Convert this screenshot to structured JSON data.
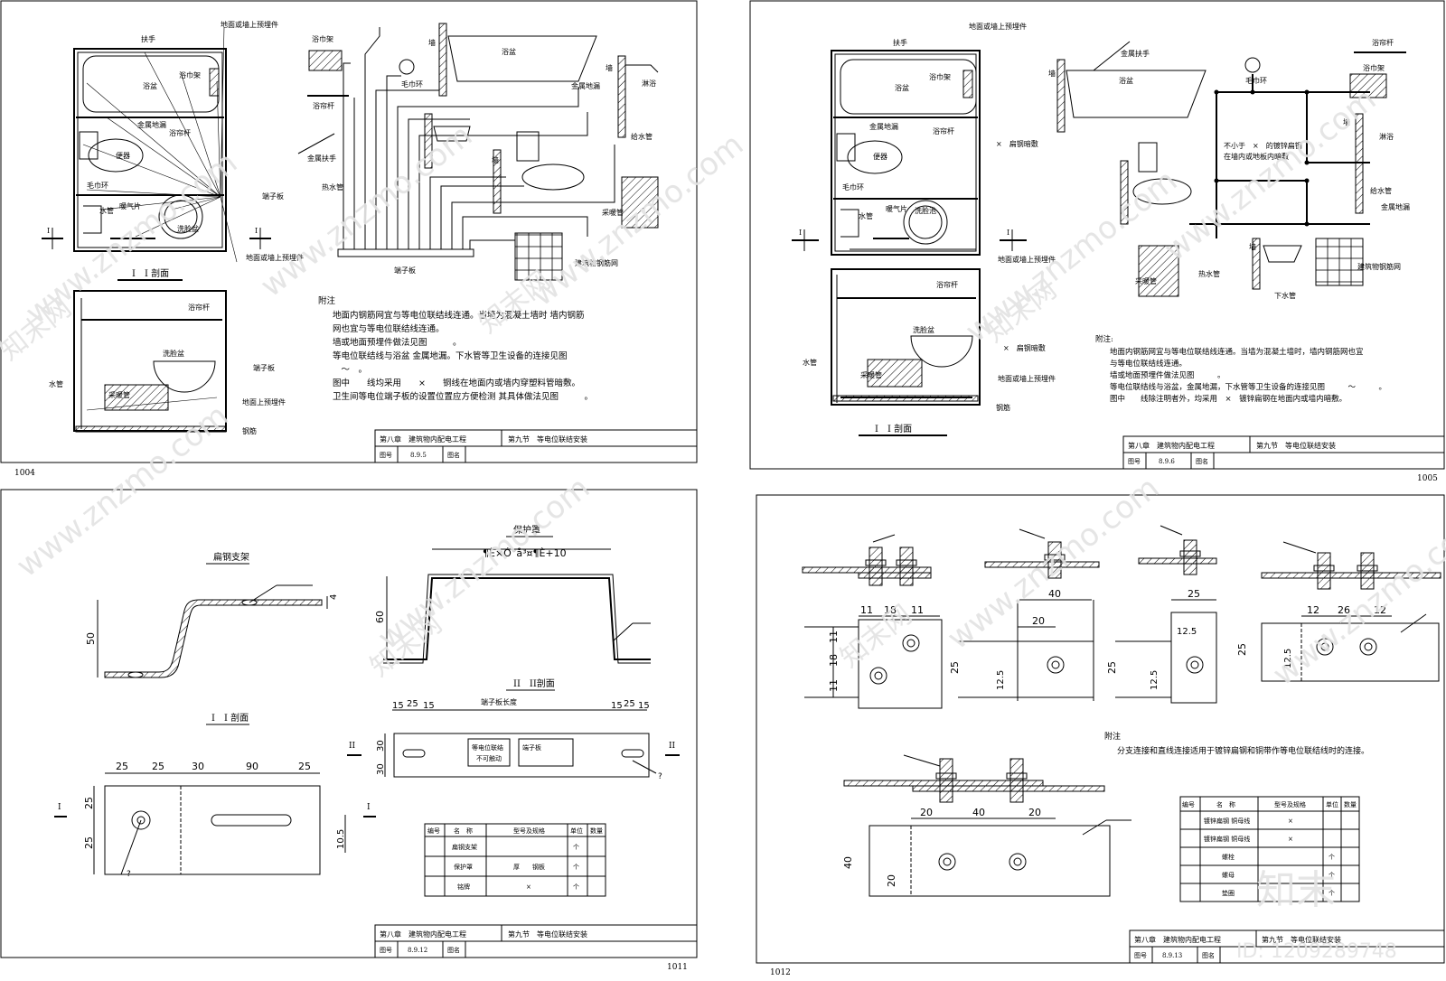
{
  "watermarks": {
    "site": "www.znzmo.com",
    "brand": "知末网",
    "logo": "知末",
    "id": "ID: 1209289748"
  },
  "sheets": [
    {
      "page": "1004",
      "chapter": "第八章　建筑物内配电工程",
      "section": "第九节　等电位联结安装",
      "fig_label": "图号",
      "fig_no": "8.9.5",
      "name_label": "图名",
      "labels": {
        "embedded_top": "地面或墙上预埋件",
        "handrail": "扶手",
        "towel_rack": "浴巾架",
        "bathtub": "浴盆",
        "metal_drain": "金属地漏",
        "curtain_rod": "浴帘杆",
        "toilet": "便器",
        "towel_ring": "毛巾环",
        "water_pipe": "水管",
        "radiator": "暖气片",
        "basin": "洗脸盆",
        "terminal": "端子板",
        "embedded_bottom": "地面或墙上预埋件",
        "sec1": "I",
        "sec1b": "I",
        "section_title": "I　I 剖面",
        "r_towel_rack": "浴巾架",
        "r_curtain": "浴帘杆",
        "r_handrail": "金属扶手",
        "r_wall": "墙",
        "r_bathtub": "浴盆",
        "r_towel_ring": "毛巾环",
        "r_drain": "金属地漏",
        "r_wall2": "墙",
        "r_shower": "淋浴",
        "r_supply": "给水管",
        "r_hot": "热水管",
        "r_wall3": "墙",
        "r_heating": "采暖管",
        "r_terminal": "端子板",
        "r_mesh": "建筑物钢筋网",
        "s_curtain": "浴帘杆",
        "s_basin": "洗脸盆",
        "s_water": "水管",
        "s_terminal": "端子板",
        "s_heating": "采暖管",
        "s_embedded": "地面上预埋件",
        "s_rebar": "钢筋"
      },
      "notes_title": "附注",
      "notes": [
        "地面内钢筋网宜与等电位联结线连通。当墙为混凝土墙时 墙内钢筋",
        "网也宜与等电位联结线连通。",
        "墙或地面预埋件做法见图　　　。",
        "等电位联结线与浴盆 金属地漏。下水管等卫生设备的连接见图",
        "　～　。",
        "图中　　线均采用　　×　　铜线在地面内或墙内穿塑料管暗敷。",
        "卫生间等电位端子板的设置位置应方便检测 其具体做法见图　　　。"
      ]
    },
    {
      "page": "1005",
      "chapter": "第八章　建筑物内配电工程",
      "section": "第九节　等电位联结安装",
      "fig_label": "图号",
      "fig_no": "8.9.6",
      "name_label": "图名",
      "labels": {
        "embedded_top": "地面或墙上预埋件",
        "handrail": "扶手",
        "towel_rack": "浴巾架",
        "bathtub": "浴盆",
        "metal_drain": "金属地漏",
        "curtain_rod": "浴帘杆",
        "flat_steel": "×　扁钢暗敷",
        "toilet": "便器",
        "towel_ring": "毛巾环",
        "water_pipe": "水管",
        "radiator": "暖气片",
        "basin": "洗脸池",
        "embedded_bottom": "地面或墙上预埋件",
        "sec1": "I",
        "sec1b": "I",
        "s_curtain": "浴帘杆",
        "s_basin": "洗脸盆",
        "s_water": "水管",
        "s_heating": "采暖管",
        "s_flat": "×　扁钢暗敷",
        "s_embedded": "地面或墙上预埋件",
        "s_rebar": "钢筋",
        "section_title": "I　I 剖面",
        "r_handrail": "金属扶手",
        "r_wall": "墙",
        "r_bathtub": "浴盆",
        "r_towel_ring": "毛巾环",
        "r_curtain": "浴帘杆",
        "r_towel_rack": "浴巾架",
        "r_wall2": "墙",
        "r_shower": "淋浴",
        "r_galv1": "不小于　×　的镀锌扁钢",
        "r_galv2": "在墙内或地板内暗敷",
        "r_supply": "给水管",
        "r_drain": "金属地漏",
        "r_wall3": "墙",
        "r_heating": "采暖管",
        "r_hot": "热水管",
        "r_down": "下水管",
        "r_mesh": "建筑物钢筋网"
      },
      "notes_title": "附注:",
      "notes": [
        "地面内钢筋网宜与等电位联结线连通。当墙为混凝土墙时，墙内钢筋网也宜",
        "与等电位联结线连通。",
        "墙或地面预埋件做法见图　　　。",
        "等电位联结线与浴盆，金属地漏，下水管等卫生设备的连接见图　　　～　　　。",
        "图中　　线除注明者外，均采用　×　镀锌扁钢在地面内或墙内暗敷。"
      ]
    },
    {
      "page": "1011",
      "chapter": "第八章　建筑物内配电工程",
      "section": "第九节　等电位联结安装",
      "fig_label": "图号",
      "fig_no": "8.9.12",
      "name_label": "图名",
      "labels": {
        "bracket_title": "扁钢支架",
        "dim_50": "50",
        "dim_4": "4",
        "cover_title": "保护罩",
        "cover_dim": "¶Ë×Ó°å³¤¶È+10",
        "dim_60": "60",
        "sec2_title": "II　II剖面",
        "term_len": "端子板长度",
        "d15a": "15",
        "d25a": "25",
        "d15b": "15",
        "d15c": "15",
        "d25b": "25",
        "d15d": "15",
        "sec2a": "II",
        "sec2b": "II",
        "d30a": "30",
        "d30b": "30",
        "box_text1": "等电位联结",
        "box_text2": "不可触动",
        "box_term": "端子板",
        "q1": "?",
        "sec1_title": "I　I 剖面",
        "b25a": "25",
        "b25b": "25",
        "b30": "30",
        "b90": "90",
        "b25c": "25",
        "v25a": "25",
        "v25b": "25",
        "v105": "10.5",
        "secIa": "I",
        "secIb": "I",
        "q2": "?"
      },
      "table": {
        "headers": [
          "编号",
          "名　称",
          "型号及规格",
          "单位",
          "数量"
        ],
        "rows": [
          [
            "",
            "扁钢支架",
            "",
            "个",
            ""
          ],
          [
            "",
            "保护罩",
            "厚　　钢板",
            "个",
            ""
          ],
          [
            "",
            "铭牌",
            "×",
            "个",
            ""
          ]
        ]
      }
    },
    {
      "page": "1012",
      "chapter": "第八章　建筑物内配电工程",
      "section": "第九节　等电位联结安装",
      "fig_label": "图号",
      "fig_no": "8.9.13",
      "name_label": "图名",
      "dims": {
        "a11a": "11",
        "a18": "18",
        "a11b": "11",
        "av11a": "11",
        "av18": "18",
        "av11b": "11",
        "b40": "40",
        "b20": "20",
        "b25": "25",
        "b125": "12.5",
        "c25": "25",
        "c125": "12.5",
        "c25v": "25",
        "c125v": "12.5",
        "d12a": "12",
        "d26": "26",
        "d12b": "12",
        "d25": "25",
        "d125": "12.5",
        "e20a": "20",
        "e40": "40",
        "e20b": "20",
        "e40v": "40",
        "e20v": "20"
      },
      "notes_title": "附注",
      "notes": [
        "分支连接和直线连接适用于镀锌扁钢和铜带作等电位联结线时的连接。"
      ],
      "table": {
        "headers": [
          "编号",
          "名　称",
          "型号及规格",
          "单位",
          "数量"
        ],
        "rows": [
          [
            "",
            "镀锌扁钢 铜母线",
            "×",
            "",
            ""
          ],
          [
            "",
            "镀锌扁钢 铜母线",
            "×",
            "",
            ""
          ],
          [
            "",
            "螺栓",
            "",
            "个",
            ""
          ],
          [
            "",
            "螺母",
            "",
            "个",
            ""
          ],
          [
            "",
            "垫圈",
            "",
            "个",
            ""
          ]
        ]
      }
    }
  ]
}
